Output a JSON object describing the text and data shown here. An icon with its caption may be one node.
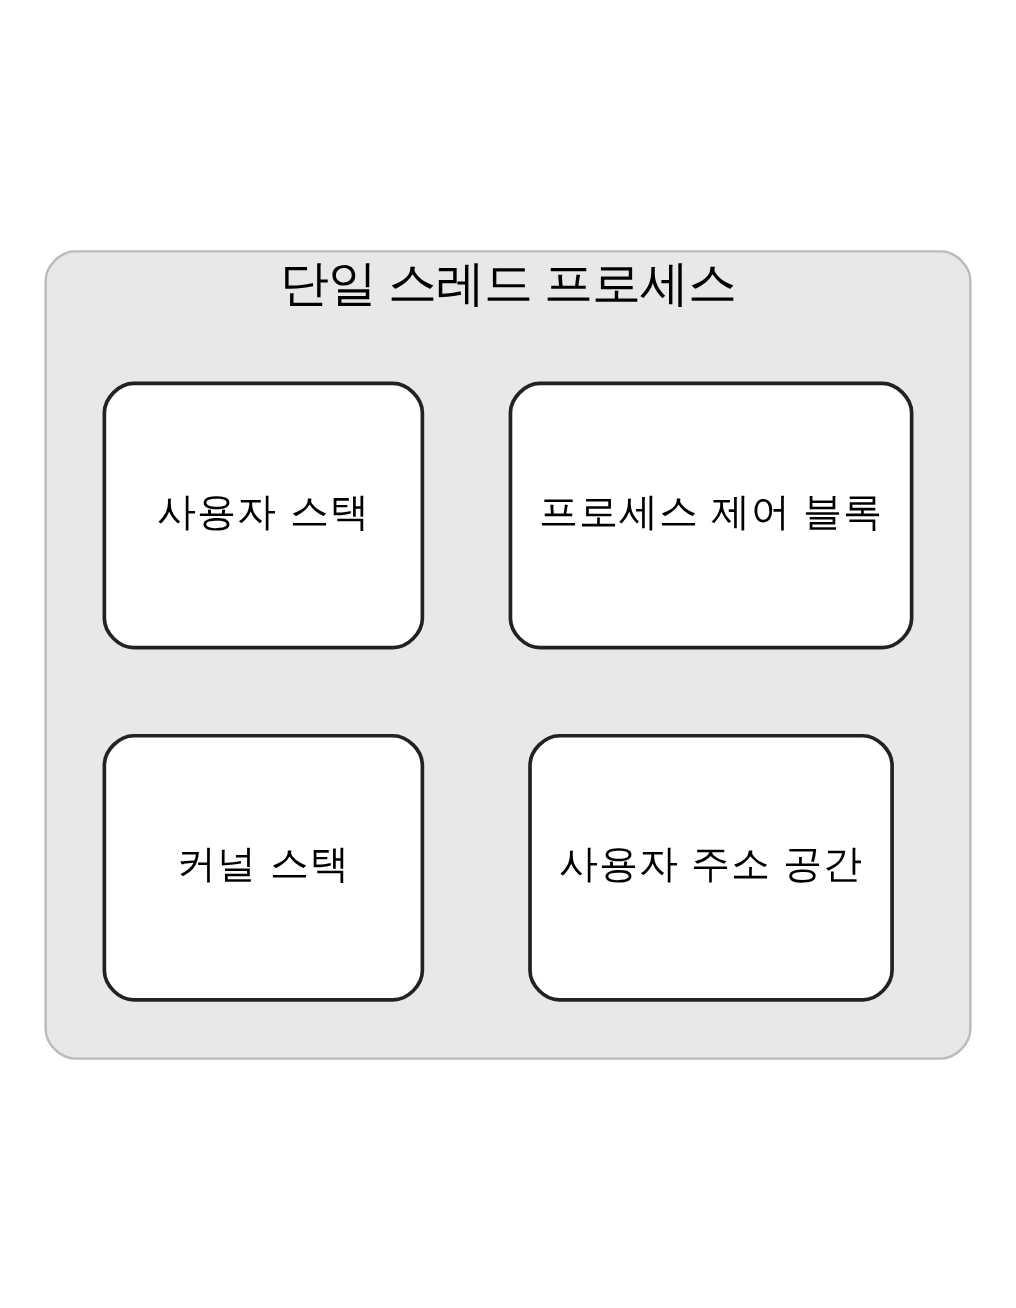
{
  "diagram": {
    "nodes": [
      {
        "text": [
          "단일 스레드 프로세스"
        ]
      },
      {
        "text": [
          "프로세스 제어 블록"
        ],
        "in": 0
      },
      {
        "text": [
          "사용자 스택"
        ],
        "in": 0
      },
      {
        "text": [
          "사용자 주소 공간"
        ],
        "in": 0
      },
      {
        "text": [
          "커널 스택"
        ],
        "in": 0
      }
    ]
  }
}
